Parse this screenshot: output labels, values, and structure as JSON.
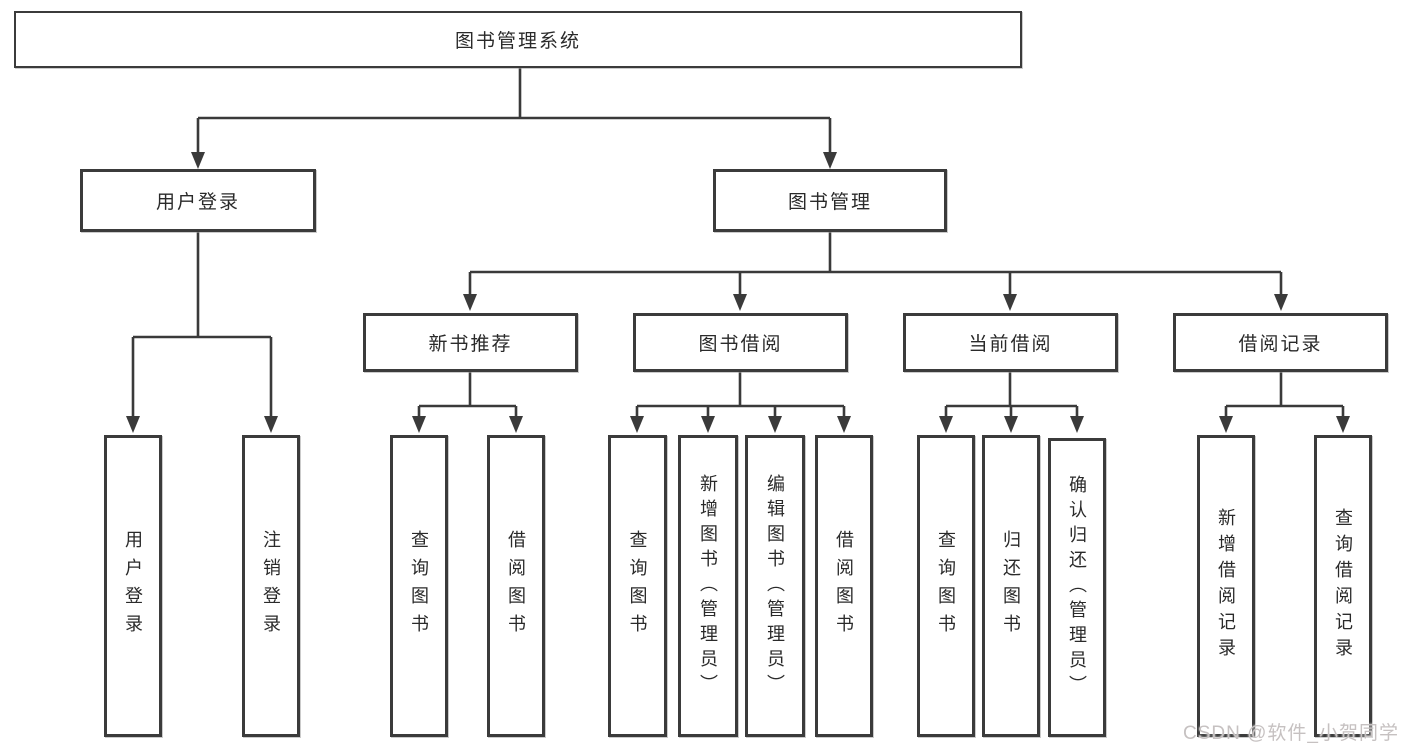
{
  "tree": {
    "label": "图书管理系统",
    "children": [
      {
        "label": "用户登录",
        "children": [
          {
            "label": "用户登录"
          },
          {
            "label": "注销登录"
          }
        ]
      },
      {
        "label": "图书管理",
        "children": [
          {
            "label": "新书推荐",
            "children": [
              {
                "label": "查询图书"
              },
              {
                "label": "借阅图书"
              }
            ]
          },
          {
            "label": "图书借阅",
            "children": [
              {
                "label": "查询图书"
              },
              {
                "label": "新增图书（管理员）"
              },
              {
                "label": "编辑图书（管理员）"
              },
              {
                "label": "借阅图书"
              }
            ]
          },
          {
            "label": "当前借阅",
            "children": [
              {
                "label": "查询图书"
              },
              {
                "label": "归还图书"
              },
              {
                "label": "确认归还（管理员）"
              }
            ]
          },
          {
            "label": "借阅记录",
            "children": [
              {
                "label": "新增借阅记录"
              },
              {
                "label": "查询借阅记录"
              }
            ]
          }
        ]
      }
    ]
  },
  "watermark": {
    "text": "CSDN @软件_小贺同学"
  },
  "colors": {
    "line": "#3a3a3a",
    "box_border": "#3b3b3b",
    "text": "#2a2a2a",
    "watermark": "#c6c1c1",
    "background": "#ffffff"
  }
}
